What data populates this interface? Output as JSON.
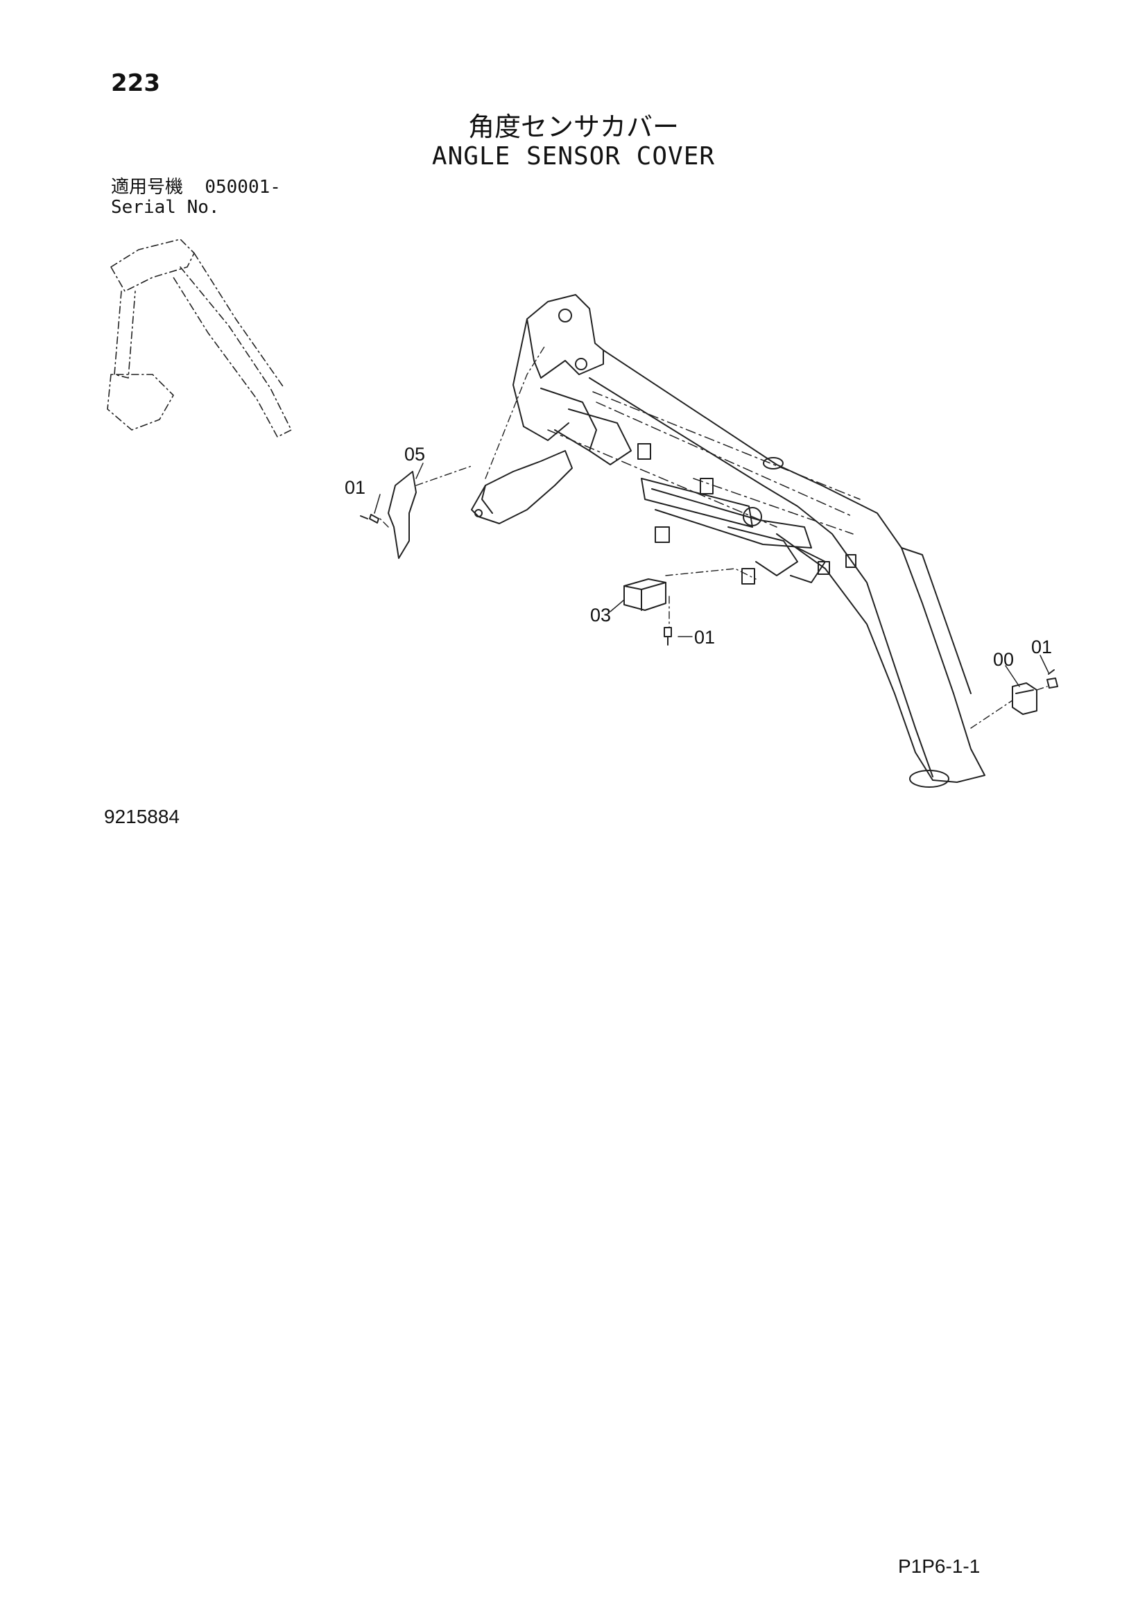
{
  "header": {
    "page_number": "223",
    "title_jp": "角度センサカバー",
    "title_en": "ANGLE SENSOR COVER"
  },
  "applicability": {
    "label_jp": "適用号機",
    "serial_from": "050001-",
    "label_en": "Serial No."
  },
  "callouts": {
    "c05": "05",
    "c01_left": "01",
    "c03": "03",
    "c01_mid": "01",
    "c00": "00",
    "c01_right": "01"
  },
  "drawing_number": "9215884",
  "footer": {
    "page_code": "P1P6-1-1"
  }
}
